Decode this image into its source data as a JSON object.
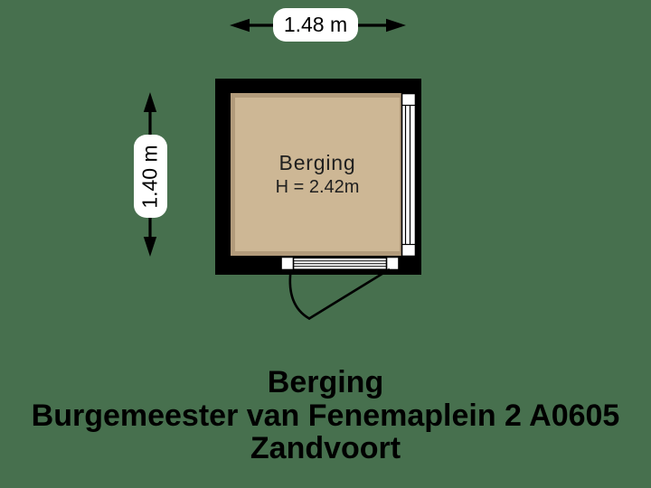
{
  "colors": {
    "background": "#47704E",
    "wall": "#000000",
    "floor": "#CDB795",
    "dimension_pill": "#FFFFFF",
    "text": "#000000"
  },
  "dimensions": {
    "width": {
      "label": "1.48 m"
    },
    "height": {
      "label": "1.40 m"
    }
  },
  "room": {
    "name": "Berging",
    "ceiling_height": "H = 2.42m"
  },
  "caption": {
    "room_name": "Berging",
    "address": "Burgemeester van Fenemaplein 2 A0605",
    "city": "Zandvoort"
  }
}
